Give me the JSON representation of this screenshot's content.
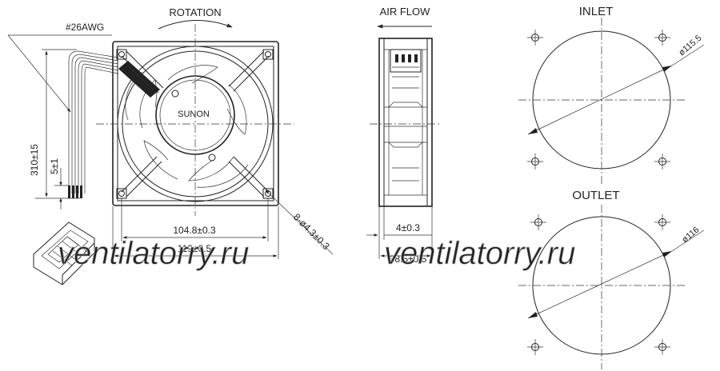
{
  "labels": {
    "awg": "#26AWG",
    "rotation": "ROTATION",
    "air_flow": "AIR FLOW",
    "inlet": "INLET",
    "outlet": "OUTLET",
    "brand": "SUNON"
  },
  "dimensions": {
    "lead_length": "310±15",
    "strip_length": "5±1",
    "hole_pitch": "104.8±0.3",
    "frame_width": "119±0.5",
    "mount_holes": "8-ø4.3±0.3",
    "flange": "4±0.3",
    "depth": "38.5±0.5",
    "inlet_diameter": "ø115.5",
    "outlet_diameter": "ø116"
  },
  "watermark": "ventilatorry.ru"
}
